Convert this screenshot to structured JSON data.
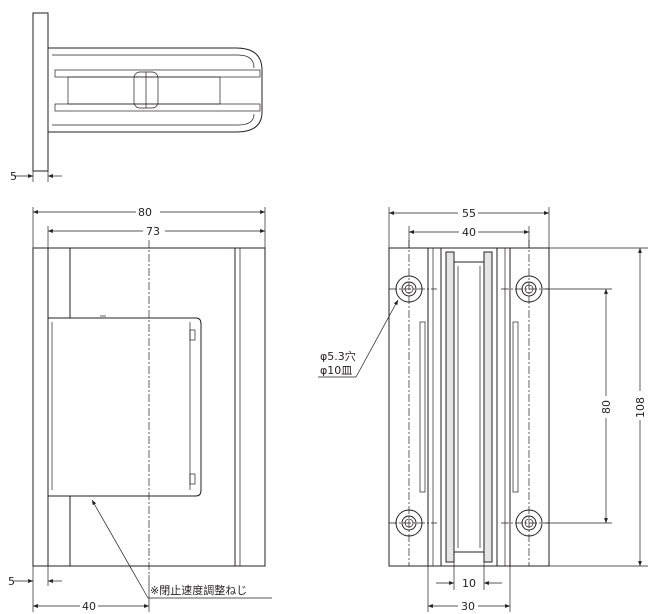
{
  "dimensions": {
    "side_thickness": "5",
    "front_width": "80",
    "front_inner": "73",
    "front_thickness": "5",
    "front_offset": "40",
    "back_width": "55",
    "back_hole_pitch_x": "40",
    "back_center_gap": "10",
    "back_center_width": "30",
    "back_hole_pitch_y": "80",
    "back_height": "108"
  },
  "labels": {
    "hole_spec_1": "φ5.3穴",
    "hole_spec_2": "φ10皿",
    "adjust_screw": "※閉止速度調整ねじ"
  }
}
